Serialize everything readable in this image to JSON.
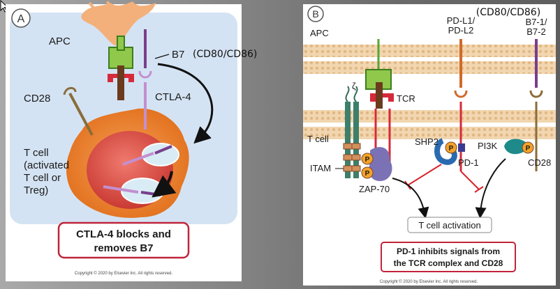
{
  "panel_a": {
    "letter": "A",
    "apc": "APC",
    "b7": "B7",
    "b7_note": "(CD80/CD86)",
    "cd28": "CD28",
    "ctla4": "CTLA-4",
    "tcell_lines": [
      "T cell",
      "(activated",
      "T cell or",
      "Treg)"
    ],
    "caption_lines": [
      "CTLA-4 blocks and",
      "removes B7"
    ],
    "copyright": "Copyright © 2020 by Elsevier Inc. All rights reserved."
  },
  "panel_b": {
    "letter": "B",
    "corner_note": "(CD80/CD86)",
    "apc": "APC",
    "pdl_lines": [
      "PD-L1/",
      "PD-L2"
    ],
    "b7_lines": [
      "B7-1/",
      "B7-2"
    ],
    "zeta": "ζ",
    "tcr": "TCR",
    "tcell": "T cell",
    "shp2": "SHP2",
    "pi3k": "PI3K",
    "p": "P",
    "pd1": "PD-1",
    "cd28": "CD28",
    "itam": "ITAM",
    "zap70": "ZAP-70",
    "activation": "T cell activation",
    "caption_lines": [
      "PD-1 inhibits signals from",
      "the TCR complex and CD28"
    ],
    "copyright": "Copyright © 2020 by Elsevier Inc. All rights reserved."
  },
  "colors": {
    "caption_border": "#c0243a",
    "apc_cell": "#d4e3f3",
    "tcell_orange": "#e8751f",
    "tcell_red": "#c9302c",
    "membrane": "#f1d6b0",
    "tcr_green": "#57a636",
    "purple": "#7a3e8c",
    "zap_purple": "#7b72b5",
    "teal": "#1e8a8a",
    "p_orange": "#f3a22a"
  }
}
